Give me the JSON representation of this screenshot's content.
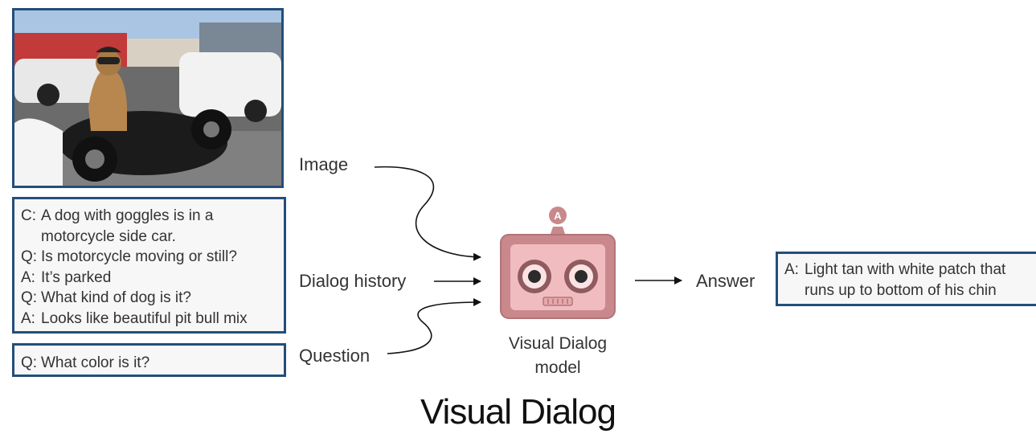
{
  "history": [
    {
      "prefix": "C:",
      "text": "A dog with goggles is in a",
      "cont": "motorcycle side car."
    },
    {
      "prefix": "Q:",
      "text": "Is motorcycle moving or still?"
    },
    {
      "prefix": "A:",
      "text": "It’s parked"
    },
    {
      "prefix": "Q:",
      "text": "What kind of dog is it?"
    },
    {
      "prefix": "A:",
      "text": "Looks like beautiful pit bull mix"
    }
  ],
  "question": {
    "prefix": "Q:",
    "text": "What color is it?"
  },
  "inputs": {
    "image": "Image",
    "history": "Dialog history",
    "question": "Question"
  },
  "model": {
    "badge": "A",
    "line1": "Visual Dialog",
    "line2": "model"
  },
  "output": {
    "label": "Answer"
  },
  "answer": {
    "prefix": "A:",
    "line1": "Light tan with white patch that",
    "line2": "runs up to bottom of his chin"
  },
  "title": "Visual Dialog",
  "colors": {
    "frame": "#234e7a",
    "robot_body": "#c9898c",
    "robot_face": "#f1bcbf",
    "robot_outline": "#b17479"
  }
}
